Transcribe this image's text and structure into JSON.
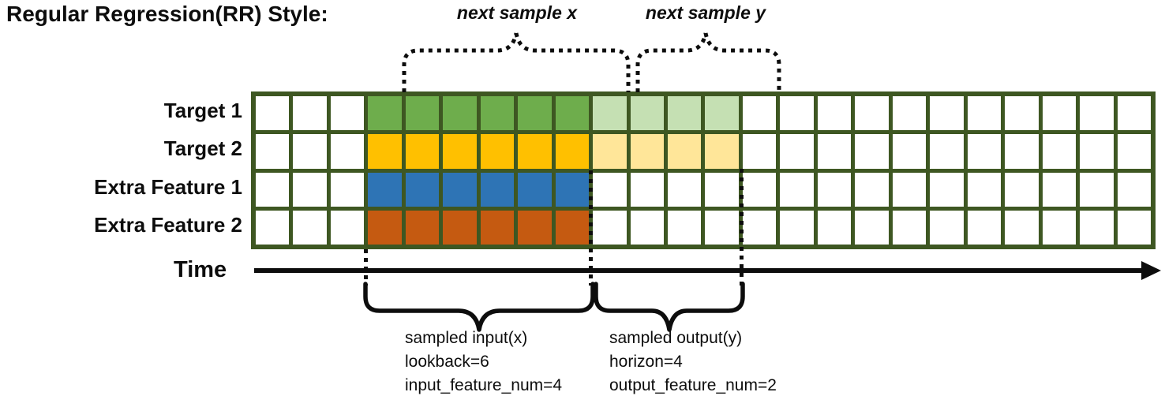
{
  "title": "Regular Regression(RR) Style:",
  "colors": {
    "grid_border": "#3e5722",
    "cell_white": "#ffffff",
    "target1_lookback": "#6ead4c",
    "target1_horizon": "#c5e0b3",
    "target2_lookback": "#ffc000",
    "target2_horizon": "#ffe699",
    "extra1_lookback": "#2e74b5",
    "extra2_lookback": "#c55a11",
    "annotation_black": "#0d0d0d"
  },
  "grid": {
    "columns": 24,
    "lookback_start_col": 4,
    "lookback_cols": 6,
    "horizon_cols": 4,
    "rows": [
      {
        "label": "Target 1",
        "lookback_color": "#6ead4c",
        "horizon_color": "#c5e0b3"
      },
      {
        "label": "Target 2",
        "lookback_color": "#ffc000",
        "horizon_color": "#ffe699"
      },
      {
        "label": "Extra Feature 1",
        "lookback_color": "#2e74b5",
        "horizon_color": null
      },
      {
        "label": "Extra Feature 2",
        "lookback_color": "#c55a11",
        "horizon_color": null
      }
    ]
  },
  "annotations": {
    "next_sample_x": "next sample x",
    "next_sample_y": "next sample y",
    "time_label": "Time",
    "sampled_input": {
      "line1": "sampled input(x)",
      "line2": "lookback=6",
      "line3": "input_feature_num=4"
    },
    "sampled_output": {
      "line1": "sampled output(y)",
      "line2": "horizon=4",
      "line3": "output_feature_num=2"
    }
  }
}
